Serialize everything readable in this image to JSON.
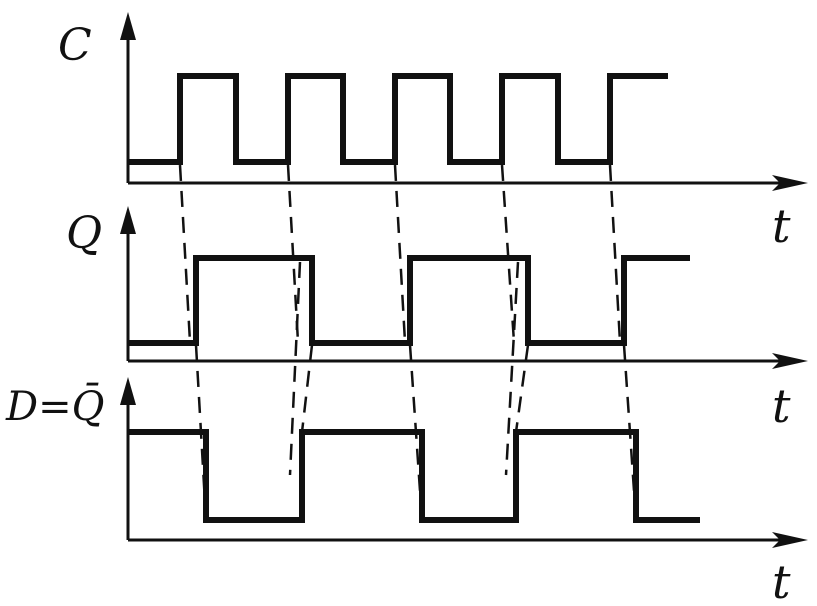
{
  "diagram": {
    "signals": [
      {
        "label": "C",
        "axis_label": "t"
      },
      {
        "label": "Q",
        "axis_label": "t"
      },
      {
        "label": "D=Q̄",
        "axis_label": "t"
      }
    ]
  }
}
